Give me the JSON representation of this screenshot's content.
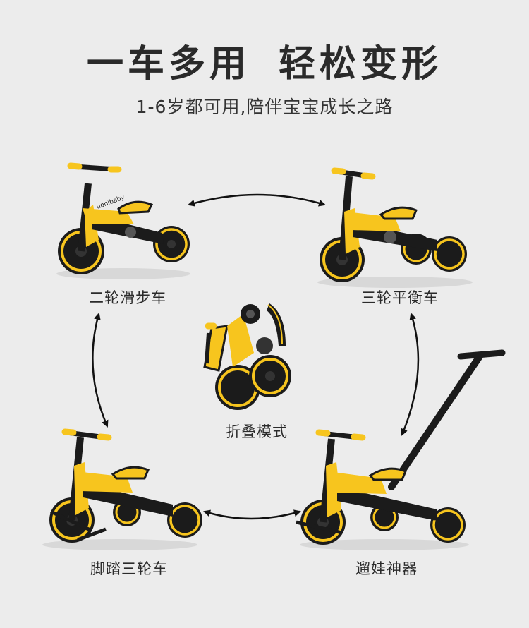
{
  "header": {
    "title_part1": "一车多用",
    "title_part2": "轻松变形",
    "subtitle": "1-6岁都可用,陪伴宝宝成长之路"
  },
  "modes": [
    {
      "label": "二轮滑步车",
      "icon": "balance-bike-image"
    },
    {
      "label": "三轮平衡车",
      "icon": "three-wheel-balance-bike-image"
    },
    {
      "label": "折叠模式",
      "icon": "folded-bike-image"
    },
    {
      "label": "脚踏三轮车",
      "icon": "pedal-tricycle-image"
    },
    {
      "label": "遛娃神器",
      "icon": "push-trike-image"
    }
  ],
  "brand": {
    "logo_text": "uonibaby",
    "colors": {
      "yellow": "#f7c51e",
      "black": "#1b1b1b",
      "background": "#ececec"
    }
  }
}
